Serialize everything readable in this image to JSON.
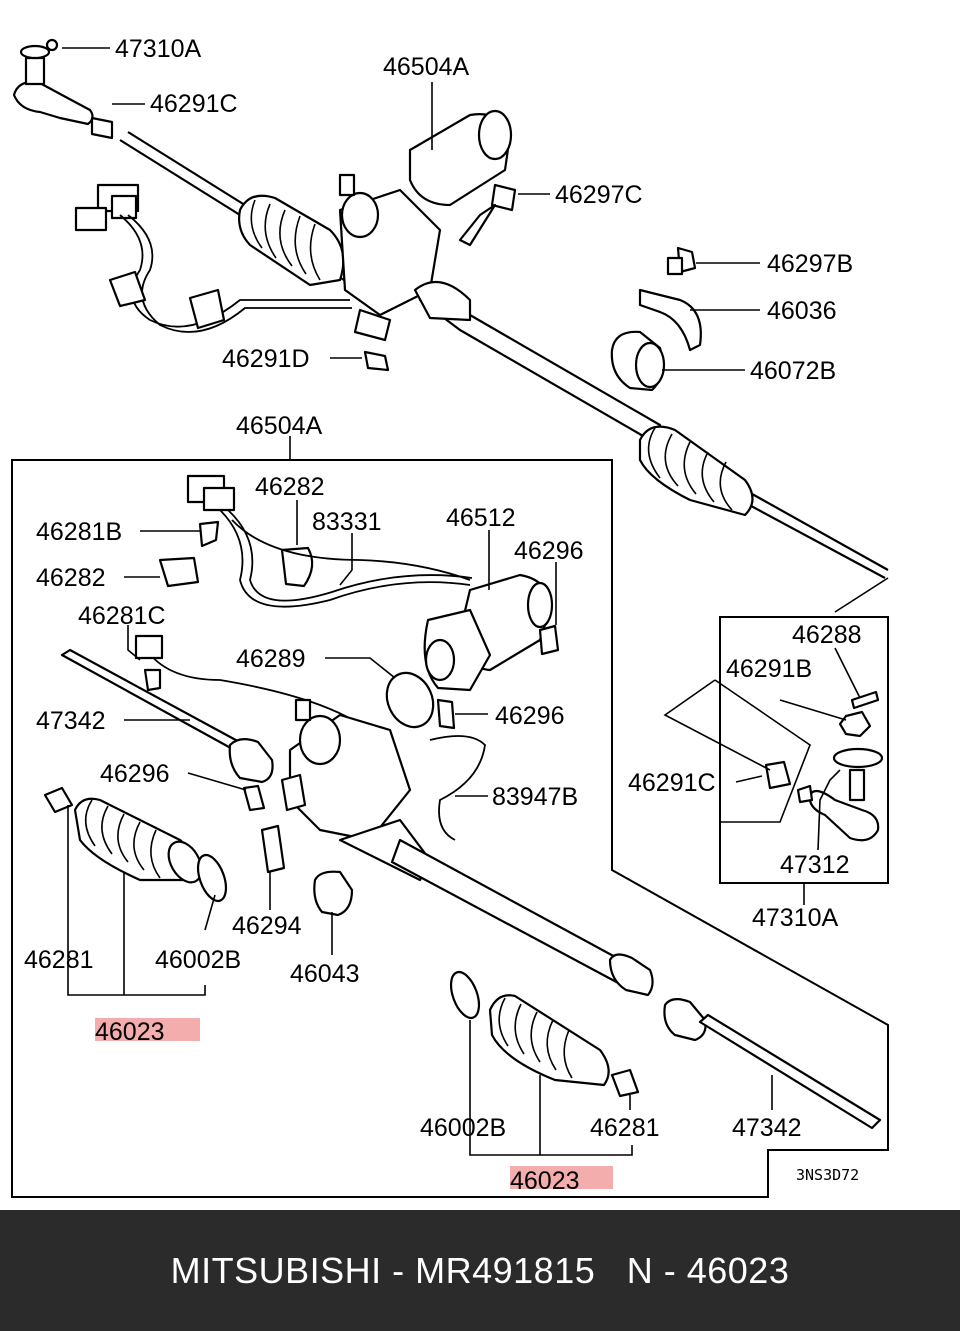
{
  "labels": {
    "p47310A_top": "47310A",
    "p46291C_top": "46291C",
    "p46504A_top": "46504A",
    "p46297C": "46297C",
    "p46297B": "46297B",
    "p46036": "46036",
    "p46072B": "46072B",
    "p46291D": "46291D",
    "p46504A_box": "46504A",
    "p46282_a": "46282",
    "p46281B": "46281B",
    "p83331": "83331",
    "p46512": "46512",
    "p46296_a": "46296",
    "p46282_b": "46282",
    "p46281C": "46281C",
    "p46289": "46289",
    "p46296_b": "46296",
    "p47342_a": "47342",
    "p46296_c": "46296",
    "p83947B": "83947B",
    "p46294": "46294",
    "p46281_a": "46281",
    "p46002B_a": "46002B",
    "p46043": "46043",
    "p46023_a": "46023",
    "p46002B_b": "46002B",
    "p46281_b": "46281",
    "p47342_b": "47342",
    "p46023_b": "46023",
    "p46288": "46288",
    "p46291B": "46291B",
    "p46291C_box": "46291C",
    "p47312": "47312",
    "p47310A_box": "47310A"
  },
  "diagram_code": "3NS3D72",
  "footer": "MITSUBISHI - MR491815   N - 46023",
  "colors": {
    "highlight": "#f08a8a",
    "footer_bg": "#2b2b2b",
    "footer_text": "#ffffff"
  }
}
